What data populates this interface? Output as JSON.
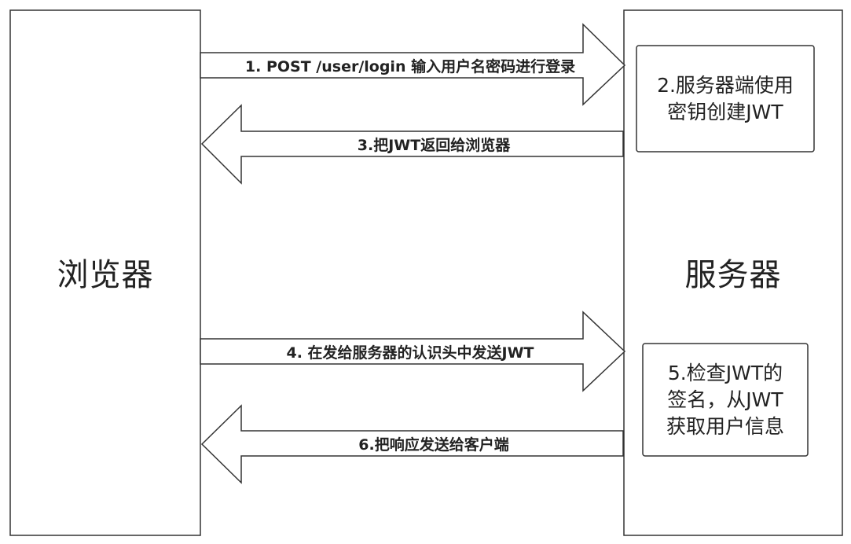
{
  "browser": {
    "title": "浏览器"
  },
  "server": {
    "title": "服务器"
  },
  "arrows": [
    {
      "label": "1. POST /user/login 输入用户名密码进行登录",
      "direction": "right"
    },
    {
      "label": "3.把JWT返回给浏览器",
      "direction": "left"
    },
    {
      "label": "4. 在发给服务器的认识头中发送JWT",
      "direction": "right"
    },
    {
      "label": "6.把响应发送给客户端",
      "direction": "left"
    }
  ],
  "steps": [
    {
      "text": "2.服务器端使用\n密钥创建JWT"
    },
    {
      "text": "5.检查JWT的\n签名，从JWT\n获取用户信息"
    }
  ],
  "colors": {
    "stroke": "#333333",
    "text": "#222222",
    "background": "#ffffff"
  }
}
